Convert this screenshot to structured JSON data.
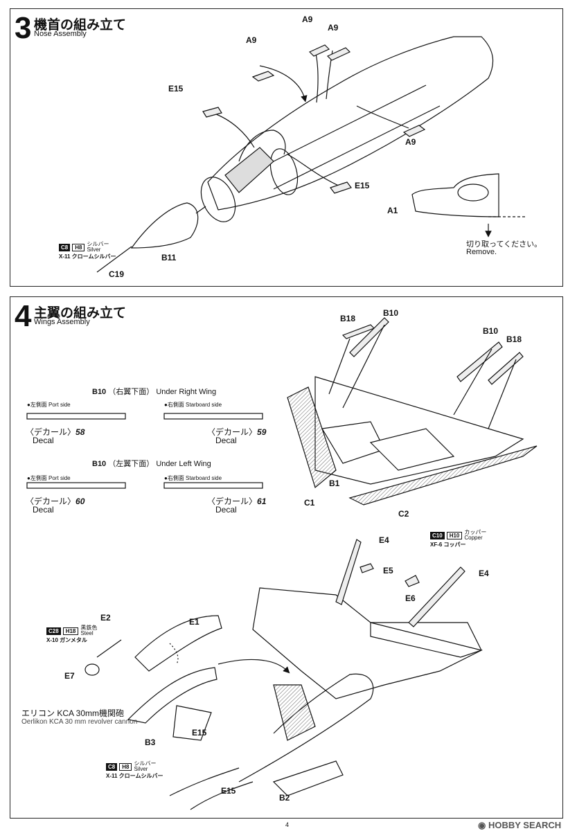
{
  "step3": {
    "number": "3",
    "title_jp": "機首の組み立て",
    "title_en": "Nose Assembly",
    "labels": {
      "a9_left": "A9",
      "a9_top1": "A9",
      "a9_top2": "A9",
      "a9_right": "A9",
      "e15_left": "E15",
      "e15_right": "E15",
      "b11": "B11",
      "c19": "C19",
      "a1": "A1"
    },
    "paint": {
      "code1": "C8",
      "code2": "H8",
      "name_jp": "シルバー",
      "name_en": "Silver",
      "sub": "X-11 クロームシルバー"
    },
    "remove_jp": "切り取ってください。",
    "remove_en": "Remove."
  },
  "step4": {
    "number": "4",
    "title_jp": "主翼の組み立て",
    "title_en": "Wings Assembly",
    "b10_right": {
      "part": "B10",
      "jp": "（右翼下面）",
      "en": "Under Right Wing",
      "port_label": "●左側面 Port side",
      "starboard_label": "●右側面 Starboard side",
      "decal_jp": "〈デカール〉",
      "decal_port_num": "58",
      "decal_star_num": "59",
      "decal_en": "Decal"
    },
    "b10_left": {
      "part": "B10",
      "jp": "（左翼下面）",
      "en": "Under Left Wing",
      "port_label": "●左側面 Port side",
      "starboard_label": "●右側面 Starboard side",
      "decal_jp": "〈デカール〉",
      "decal_port_num": "60",
      "decal_star_num": "61",
      "decal_en": "Decal"
    },
    "labels": {
      "b18_left": "B18",
      "b10_top_left": "B10",
      "b10_top_right": "B10",
      "b18_right": "B18",
      "b1": "B1",
      "c1": "C1",
      "c2": "C2",
      "e4_left": "E4",
      "e4_right": "E4",
      "e5": "E5",
      "e6": "E6",
      "e2": "E2",
      "e1": "E1",
      "e7": "E7",
      "b3": "B3",
      "e15_top": "E15",
      "e15_bottom": "E15",
      "b2": "B2"
    },
    "paint_copper": {
      "code1": "C10",
      "code2": "H10",
      "name_jp": "カッパー",
      "name_en": "Copper",
      "sub": "XF-6 コッパー"
    },
    "paint_steel": {
      "code1": "C28",
      "code2": "H18",
      "name_jp": "黒鉄色",
      "name_en": "Steel",
      "sub": "X-10 ガンメタル"
    },
    "paint_silver": {
      "code1": "C8",
      "code2": "H8",
      "name_jp": "シルバー",
      "name_en": "Silver",
      "sub": "X-11 クロームシルバー"
    },
    "cannon_jp": "エリコン KCA 30mm機関砲",
    "cannon_en": "Oerlikon KCA  30 mm  revolver cannon"
  },
  "footer": {
    "page": "4",
    "watermark": "HOBBY SEARCH"
  }
}
